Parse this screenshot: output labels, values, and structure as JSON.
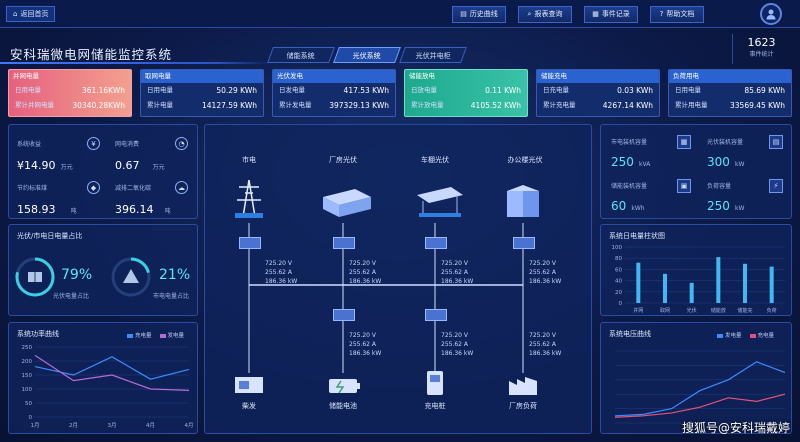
{
  "topbar": {
    "back": "返回首页",
    "buttons": [
      "历史曲线",
      "报表查询",
      "事件记录",
      "帮助文档"
    ]
  },
  "title": "安科瑞微电网储能监控系统",
  "tabs": [
    "储能系统",
    "光伏系统",
    "光伏并电柜"
  ],
  "counter": {
    "value": "1623",
    "label": "事件统计"
  },
  "cards": [
    {
      "title": "并网电量",
      "r1l": "日用电量",
      "r1v": "361.16KWh",
      "r2l": "累计并网电量",
      "r2v": "30340.28KWh",
      "color": "#e36a86",
      "bg": "#f08a94"
    },
    {
      "title": "取网电量",
      "r1l": "日用电量",
      "r1v": "50.29 KWh",
      "r2l": "累计电量",
      "r2v": "14127.59 KWh",
      "color": "#2a66d6",
      "bg": "#1a3c8c"
    },
    {
      "title": "光伏发电",
      "r1l": "日发电量",
      "r1v": "417.53 KWh",
      "r2l": "累计发电量",
      "r2v": "397329.13 KWh",
      "color": "#2a66d6",
      "bg": "#1a3c8c"
    },
    {
      "title": "储能放电",
      "r1l": "日放电量",
      "r1v": "0.11 KWh",
      "r2l": "累计放电量",
      "r2v": "4105.52 KWh",
      "color": "#1fb59a",
      "bg": "#34c6a4"
    },
    {
      "title": "储能充电",
      "r1l": "日充电量",
      "r1v": "0.03 KWh",
      "r2l": "累计充电量",
      "r2v": "4267.14 KWh",
      "color": "#2a66d6",
      "bg": "#1a3c8c"
    },
    {
      "title": "负荷用电",
      "r1l": "日用电量",
      "r1v": "85.69 KWh",
      "r2l": "累计用电量",
      "r2v": "33569.45 KWh",
      "color": "#2a66d6",
      "bg": "#1a3c8c"
    }
  ],
  "stats": [
    {
      "label": "系统收益",
      "value": "¥14.90",
      "unit": "万元"
    },
    {
      "label": "网电消费",
      "value": "0.67",
      "unit": "万元"
    },
    {
      "label": "节约标准煤",
      "value": "158.93",
      "unit": "吨"
    },
    {
      "label": "减排二氧化碳",
      "value": "396.14",
      "unit": "吨"
    }
  ],
  "ratio": {
    "title": "光伏/市电日电量占比",
    "pv_value": "79%",
    "pv_label": "光伏电量占比",
    "grid_value": "21%",
    "grid_label": "市电电量占比",
    "pv_frac": 0.79,
    "grid_frac": 0.21
  },
  "power": {
    "title": "系统功率曲线",
    "legend": [
      "充电量",
      "发电量"
    ],
    "ylabels": [
      "250",
      "200",
      "150",
      "100",
      "50",
      "0"
    ],
    "xlabels": [
      "1月",
      "2月",
      "3月",
      "4月",
      "4月"
    ]
  },
  "diagram": {
    "sources": [
      "市电",
      "厂房光伏",
      "车棚光伏",
      "办公楼光伏"
    ],
    "readings": [
      "725.20 V",
      "255.62 A",
      "186.36 kW"
    ],
    "loads": [
      "柴发",
      "储能电池",
      "充电桩",
      "厂房负荷"
    ]
  },
  "capacity": [
    {
      "label": "市电装机容量",
      "value": "250",
      "unit": "kVA"
    },
    {
      "label": "光伏装机容量",
      "value": "300",
      "unit": "kW"
    },
    {
      "label": "储能装机容量",
      "value": "60",
      "unit": "kWh"
    },
    {
      "label": "负荷容量",
      "value": "250",
      "unit": "kW"
    }
  ],
  "daily": {
    "title": "系统日电量柱状图",
    "ylabels": [
      "100",
      "80",
      "60",
      "40",
      "20",
      "0"
    ],
    "categories": [
      "并网",
      "取网",
      "光伏",
      "储能放",
      "储能充",
      "负荷"
    ],
    "values": [
      72,
      52,
      36,
      82,
      70,
      65
    ]
  },
  "voltage": {
    "title": "系统电压曲线",
    "legend": [
      "发电量",
      "充电量"
    ]
  },
  "chart_data": [
    {
      "type": "line",
      "title": "系统功率曲线",
      "categories": [
        "1月",
        "2月",
        "3月",
        "4月",
        "4月"
      ],
      "ylim": [
        0,
        250
      ],
      "series": [
        {
          "name": "充电量",
          "values": [
            180,
            150,
            215,
            135,
            170
          ]
        },
        {
          "name": "发电量",
          "values": [
            220,
            130,
            150,
            100,
            95
          ]
        }
      ]
    },
    {
      "type": "bar",
      "title": "系统日电量柱状图",
      "categories": [
        "并网",
        "取网",
        "光伏",
        "储能放",
        "储能充",
        "负荷"
      ],
      "values": [
        72,
        52,
        36,
        82,
        70,
        65
      ],
      "ylim": [
        0,
        100
      ]
    },
    {
      "type": "line",
      "title": "系统电压曲线",
      "series": [
        {
          "name": "发电量",
          "values": [
            10,
            12,
            20,
            45,
            60,
            85,
            70
          ]
        },
        {
          "name": "充电量",
          "values": [
            8,
            10,
            14,
            22,
            35,
            30,
            40
          ]
        }
      ]
    }
  ],
  "watermark": "搜狐号@安科瑞戴婷"
}
